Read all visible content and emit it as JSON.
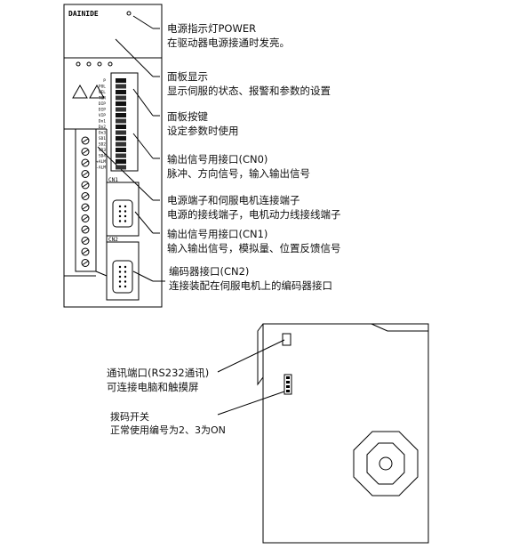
{
  "brand": "DAINIDE",
  "callouts": [
    {
      "id": "power",
      "title": "电源指示灯POWER",
      "desc": "在驱动器电源接通时发亮。"
    },
    {
      "id": "panel_display",
      "title": "面板显示",
      "desc": "显示伺服的状态、报警和参数的设置"
    },
    {
      "id": "panel_keys",
      "title": "面板按键",
      "desc": "设定参数时使用"
    },
    {
      "id": "cn0",
      "title": "输出信号用接口(CN0)",
      "desc": "脉冲、方向信号，输入输出信号"
    },
    {
      "id": "power_terminal",
      "title": "电源端子和伺服电机连接端子",
      "desc": "电源的接线端子，电机动力线接线端子"
    },
    {
      "id": "cn1",
      "title": "输出信号用接口(CN1)",
      "desc": "输入输出信号，模拟量、位置反馈信号"
    },
    {
      "id": "cn2",
      "title": "编码器接口(CN2)",
      "desc": "连接装配在伺服电机上的编码器接口"
    },
    {
      "id": "rs232",
      "title": "通讯端口(RS232通讯)",
      "desc": "可连接电脑和触摸屏"
    },
    {
      "id": "dip",
      "title": "拨码开关",
      "desc": "正常使用编号为2、3为ON"
    }
  ],
  "panel_labels": [
    "P",
    "POL",
    "VEL",
    "TOR",
    "DIP",
    "DIP",
    "VIP",
    "Dn1",
    "Dn2",
    "On3",
    "SD1",
    "SD2",
    "SD3",
    "SD4",
    "+ALM",
    "-ALM"
  ],
  "connector_labels": {
    "cn1": "CN1",
    "cn2": "CN2"
  },
  "terminal_count": 12
}
